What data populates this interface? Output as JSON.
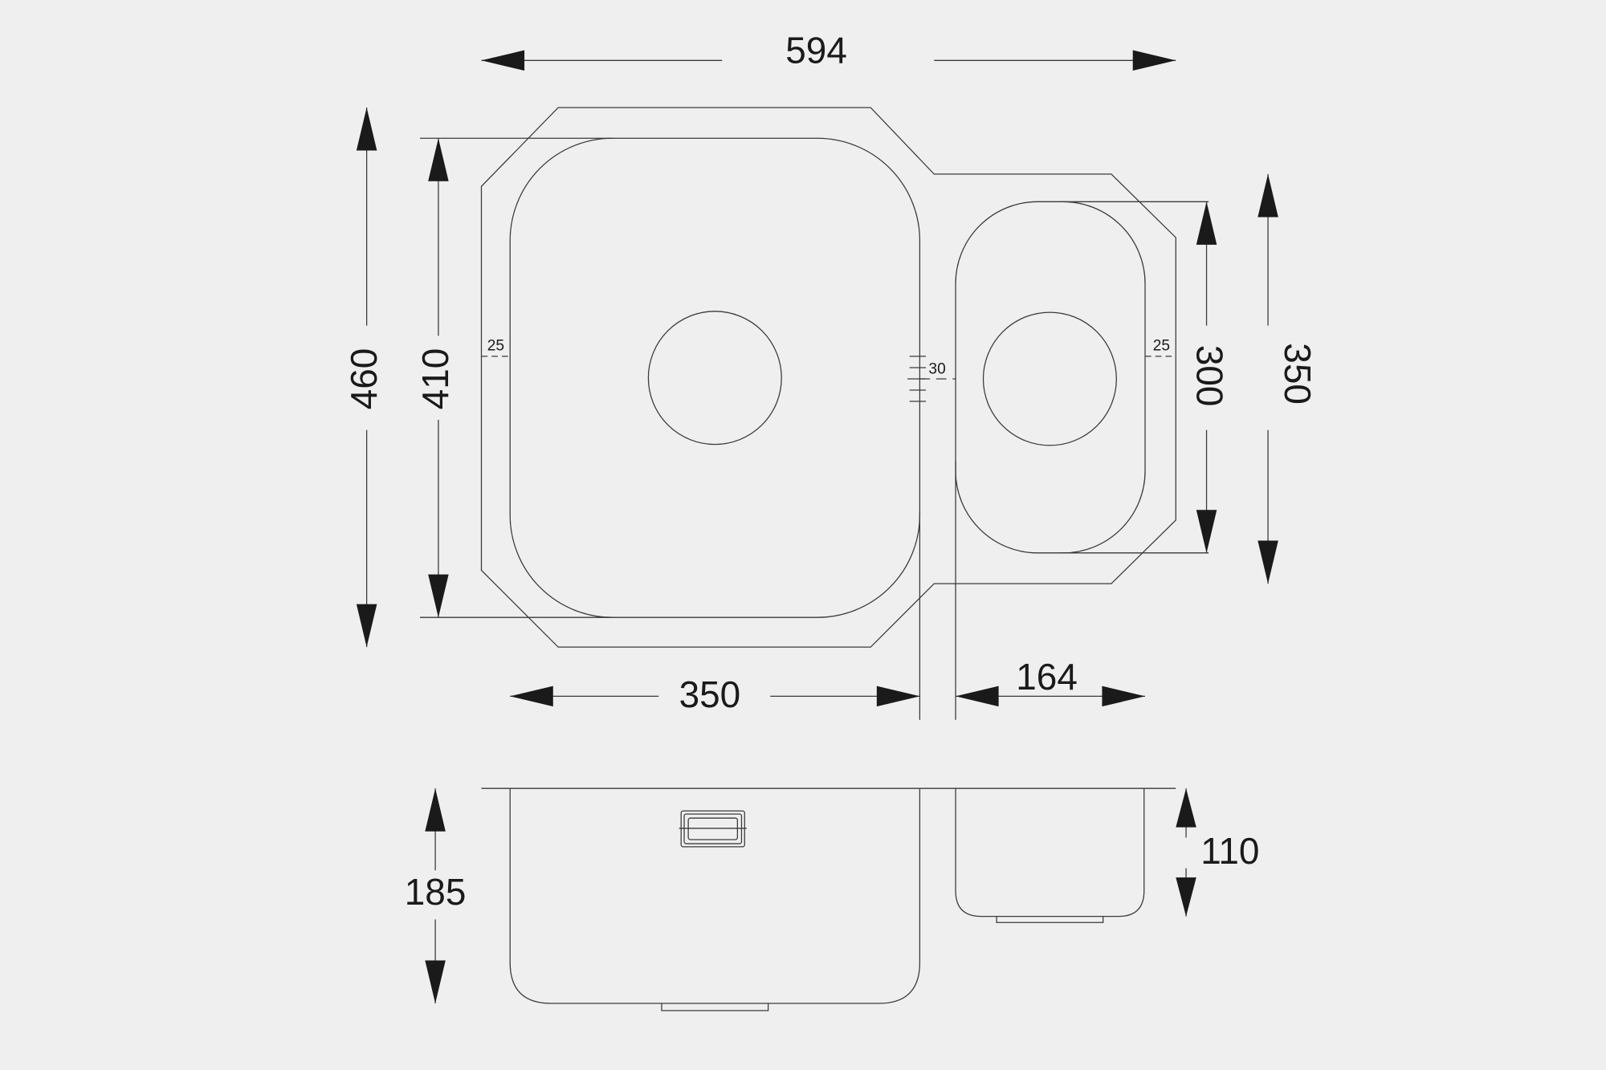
{
  "drawing": {
    "dimensions": {
      "overall_width": "594",
      "overall_depth": "460",
      "main_bowl_depth_plan": "410",
      "main_bowl_width": "350",
      "small_bowl_width": "164",
      "small_bowl_length": "300",
      "small_section_depth": "350",
      "rim_left": "25",
      "rim_right": "25",
      "bowl_gap": "30",
      "main_bowl_height": "185",
      "small_bowl_height": "110"
    },
    "colors": {
      "background": "#efefef",
      "line": "#3a3a3a"
    }
  }
}
